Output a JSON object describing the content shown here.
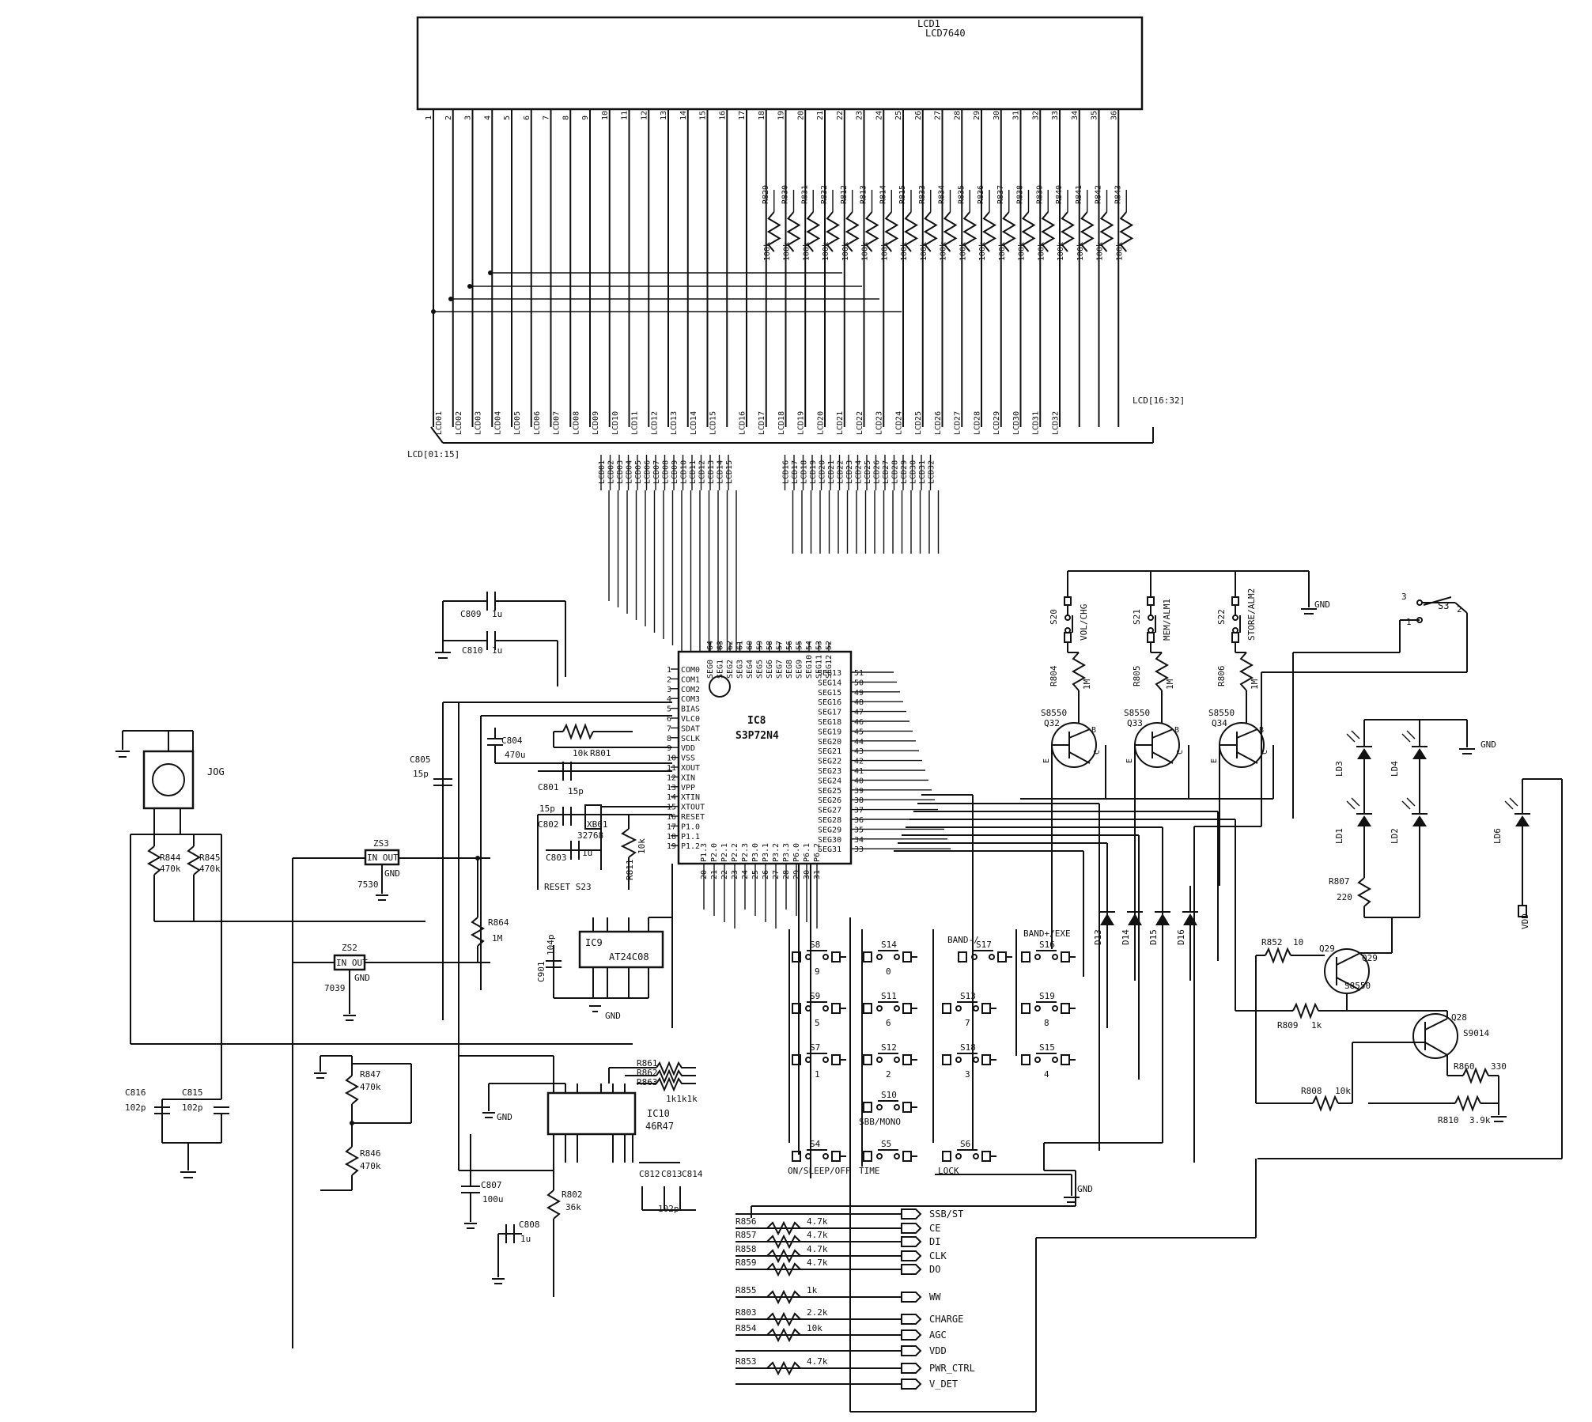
{
  "lcd": {
    "ref": "LCD1",
    "part": "LCD7640",
    "pins": [
      "1",
      "2",
      "3",
      "4",
      "5",
      "6",
      "7",
      "8",
      "9",
      "10",
      "11",
      "12",
      "13",
      "14",
      "15",
      "16",
      "17",
      "18",
      "19",
      "20",
      "21",
      "22",
      "23",
      "24",
      "25",
      "26",
      "27",
      "28",
      "29",
      "30",
      "31",
      "32",
      "33",
      "34",
      "35",
      "36"
    ],
    "bus_left": "LCD[01:15]",
    "bus_right": "LCD[16:32]",
    "nets": [
      "LCD01",
      "LCD02",
      "LCD03",
      "LCD04",
      "LCD05",
      "LCD06",
      "LCD07",
      "LCD08",
      "LCD09",
      "LCD10",
      "LCD11",
      "LCD12",
      "LCD13",
      "LCD14",
      "LCD15",
      "LCD16",
      "LCD17",
      "LCD18",
      "LCD19",
      "LCD20",
      "LCD21",
      "LCD22",
      "LCD23",
      "LCD24",
      "LCD25",
      "LCD26",
      "LCD27",
      "LCD28",
      "LCD29",
      "LCD30",
      "LCD31",
      "LCD32"
    ]
  },
  "bias_resistors": {
    "refs": [
      "R829",
      "R830",
      "R831",
      "R832",
      "R812",
      "R813",
      "R814",
      "R815",
      "R833",
      "R834",
      "R835",
      "R836",
      "R837",
      "R838",
      "R839",
      "R840",
      "R841",
      "R842",
      "R843"
    ],
    "value": "100k"
  },
  "mcu": {
    "ref": "IC8",
    "part": "S3P72N4",
    "left_pins": [
      "COM0",
      "COM1",
      "COM2",
      "COM3",
      "BIAS",
      "VLC0",
      "SDAT",
      "SCLK",
      "VDD",
      "VSS",
      "XOUT",
      "XIN",
      "VPP",
      "XTIN",
      "XTOUT",
      "RESET",
      "P1.0",
      "P1.1",
      "P1.2"
    ],
    "right_pins": [
      "SEG13",
      "SEG14",
      "SEG15",
      "SEG16",
      "SEG17",
      "SEG18",
      "SEG19",
      "SEG20",
      "SEG21",
      "SEG22",
      "SEG23",
      "SEG24",
      "SEG25",
      "SEG26",
      "SEG27",
      "SEG28",
      "SEG29",
      "SEG30",
      "SEG31"
    ],
    "top_pins": [
      "SEG0",
      "SEG1",
      "SEG2",
      "SEG3",
      "SEG4",
      "SEG5",
      "SEG6",
      "SEG7",
      "SEG8",
      "SEG9",
      "SEG10",
      "SEG11",
      "SEG12"
    ],
    "bottom_pins": [
      "P1.3",
      "P2.0",
      "P2.1",
      "P2.2",
      "P2.3",
      "P3.0",
      "P3.1",
      "P3.2",
      "P3.3",
      "P6.0",
      "P6.1",
      "P6.2"
    ]
  },
  "eeprom": {
    "ref": "IC9",
    "part": "AT24C08"
  },
  "ic10": {
    "ref": "IC10",
    "part": "46R47"
  },
  "regulators": [
    {
      "ref": "ZS3",
      "part": "7530",
      "pins": "IN OUT",
      "gnd": "GND"
    },
    {
      "ref": "ZS2",
      "part": "7039",
      "pins": "IN OUT",
      "gnd": "GND"
    }
  ],
  "jog": {
    "label": "JOG"
  },
  "components": {
    "C809": "C809",
    "C809_val": "1u",
    "C810": "C810",
    "C810_val": "1u",
    "C805": "C805",
    "C805_val": "15p",
    "C804": "C804",
    "C804_val": "470u",
    "C801": "C801",
    "C801_val": "15p",
    "C802": "C802",
    "C802_val": "15p",
    "C803": "C803",
    "C803_val": "1u",
    "XB01": "XB01",
    "XB01_val": "32768",
    "R801": "R801",
    "R801_val": "10k",
    "R811": "R811",
    "R811_val": "10k",
    "R864": "R864",
    "R864_val": "1M",
    "C901": "C901",
    "C901_val": "104p",
    "R844": "R844",
    "R844_val": "470k",
    "R845": "R845",
    "R845_val": "470k",
    "R847": "R847",
    "R847_val": "470k",
    "R846": "R846",
    "R846_val": "470k",
    "C816": "C816",
    "C816_val": "102p",
    "C815": "C815",
    "C815_val": "102p",
    "C807": "C807",
    "C807_val": "100u",
    "C808": "C808",
    "C808_val": "1u",
    "R802": "R802",
    "R802_val": "36k",
    "C812": "C812",
    "C813": "C813",
    "C814": "C814",
    "C8xx_val": "102p",
    "R861": "R861",
    "R862": "R862",
    "R863": "R863",
    "R86x_val": "1k1k1k"
  },
  "reset_switch": "RESET  S23",
  "gnd": "GND",
  "top_switches": [
    {
      "ref": "S20",
      "label": "VOL/CHG",
      "r": "R804",
      "r_val": "1M",
      "q": "Q32",
      "q_part": "S8550"
    },
    {
      "ref": "S21",
      "label": "MEM/ALM1",
      "r": "R805",
      "r_val": "1M",
      "q": "Q33",
      "q_part": "S8550"
    },
    {
      "ref": "S22",
      "label": "STORE/ALM2",
      "r": "R806",
      "r_val": "1M",
      "q": "Q34",
      "q_part": "S8550"
    }
  ],
  "s3": {
    "ref": "S3",
    "pin1": "1",
    "pin2": "2",
    "pin3": "3"
  },
  "leds": [
    "LD3",
    "LD4",
    "LD1",
    "LD2",
    "LD6"
  ],
  "vdd_label": "VDD",
  "led_driver": {
    "R807": "R807",
    "R807_val": "220",
    "R852": "R852",
    "R852_val": "10",
    "R809": "R809",
    "R809_val": "1k",
    "R808": "R808",
    "R808_val": "10k",
    "R860": "R860",
    "R860_val": "330",
    "R810": "R810",
    "R810_val": "3.9k",
    "Q29": "Q29",
    "Q29_part": "S8550",
    "Q28": "Q28",
    "Q28_part": "S9014"
  },
  "diodes": [
    "D13",
    "D14",
    "D15",
    "D16"
  ],
  "keypad": [
    {
      "ref": "S8",
      "label": "9"
    },
    {
      "ref": "S14",
      "label": "0"
    },
    {
      "ref": "",
      "label": "BAND-/"
    },
    {
      "ref": "S17",
      "label": ""
    },
    {
      "ref": "S16",
      "label": "BAND+/EXE"
    },
    {
      "ref": "S9",
      "label": "5"
    },
    {
      "ref": "S11",
      "label": "6"
    },
    {
      "ref": "S13",
      "label": "7"
    },
    {
      "ref": "S19",
      "label": "8"
    },
    {
      "ref": "S7",
      "label": "1"
    },
    {
      "ref": "S12",
      "label": "2"
    },
    {
      "ref": "S18",
      "label": "3"
    },
    {
      "ref": "S15",
      "label": "4"
    },
    {
      "ref": "S10",
      "label": "SBB/MONO"
    },
    {
      "ref": "S4",
      "label": "ON/SLEEP/OFF"
    },
    {
      "ref": "S5",
      "label": "TIME"
    },
    {
      "ref": "S6",
      "label": "LOCK"
    }
  ],
  "connectors": [
    {
      "r": "",
      "val": "",
      "net": "SSB/ST"
    },
    {
      "r": "R856",
      "val": "4.7k",
      "net": "CE"
    },
    {
      "r": "R857",
      "val": "4.7k",
      "net": "DI"
    },
    {
      "r": "R858",
      "val": "4.7k",
      "net": "CLK"
    },
    {
      "r": "R859",
      "val": "4.7k",
      "net": "DO"
    },
    {
      "r": "R855",
      "val": "1k",
      "net": "WW"
    },
    {
      "r": "R803",
      "val": "2.2k",
      "net": "CHARGE"
    },
    {
      "r": "R854",
      "val": "10k",
      "net": "AGC"
    },
    {
      "r": "",
      "val": "",
      "net": "VDD"
    },
    {
      "r": "R853",
      "val": "4.7k",
      "net": "PWR_CTRL"
    },
    {
      "r": "",
      "val": "",
      "net": "V_DET"
    }
  ]
}
